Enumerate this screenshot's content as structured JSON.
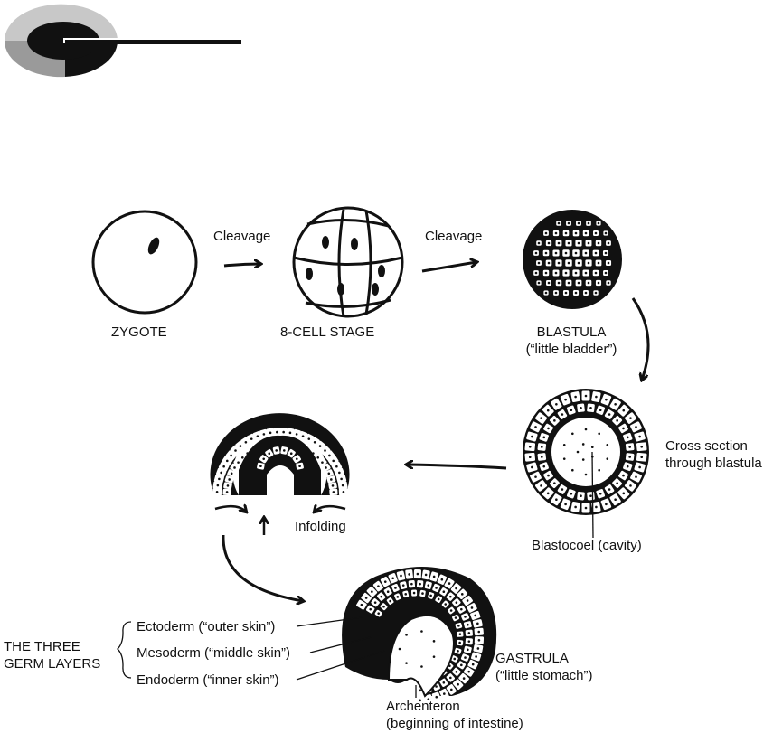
{
  "labels": {
    "cleavage_1": "Cleavage",
    "cleavage_2": "Cleavage",
    "zygote": "ZYGOTE",
    "eight_cell": "8-CELL STAGE",
    "blastula": "BLASTULA",
    "blastula_meaning": "(“little bladder”)",
    "cross_section_line1": "Cross section",
    "cross_section_line2": "through blastula",
    "blastocoel": "Blastocoel (cavity)",
    "infolding": "Infolding",
    "germ_layers_line1": "THE THREE",
    "germ_layers_line2": "GERM LAYERS",
    "ectoderm": "Ectoderm (“outer skin”)",
    "mesoderm": "Mesoderm (“middle skin”)",
    "endoderm": "Endoderm (“inner skin”)",
    "gastrula": "GASTRULA",
    "gastrula_meaning": "(“little stomach”)",
    "archenteron": "Archenteron",
    "archenteron_meaning": "(beginning of intestine)"
  },
  "icons": {
    "logo": "eye-logo-icon",
    "arrows": "arrow-icon"
  },
  "colors": {
    "ink": "#111111",
    "logo_gray": "#9a9a9a",
    "logo_light": "#c8c8c8"
  }
}
